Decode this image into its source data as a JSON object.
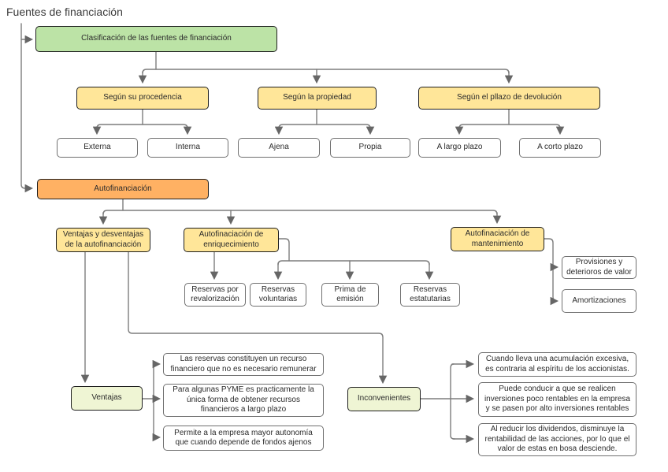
{
  "title": "Fuentes de financiación",
  "colors": {
    "green": "#bce3a6",
    "yellow": "#ffe699",
    "orange": "#ffb163",
    "pale_green": "#eff5d4",
    "connector": "#7d7d7d",
    "arrowhead": "#666666",
    "white_box_border": "#707070",
    "colored_box_border": "#1f1f1f"
  },
  "nodes": {
    "clasificacion": {
      "label": "Clasificación de las fuentes de financiación"
    },
    "procedencia": {
      "label": "Según su procedencia"
    },
    "propiedad": {
      "label": "Según la propiedad"
    },
    "plazo": {
      "label": "Según el pllazo de devolución"
    },
    "externa": {
      "label": "Externa"
    },
    "interna": {
      "label": "Interna"
    },
    "ajena": {
      "label": "Ajena"
    },
    "propia": {
      "label": "Propia"
    },
    "largo_plazo": {
      "label": "A largo plazo"
    },
    "corto_plazo": {
      "label": "A corto plazo"
    },
    "autofinanciacion": {
      "label": "Autofinanciación"
    },
    "ventajas_desventajas": {
      "label": "Ventajas y desventajas de la autofinanciación"
    },
    "enriquecimiento": {
      "label": "Autofinaciación de enriquecimiento"
    },
    "mantenimiento": {
      "label": "Autofinaciación de mantenimiento"
    },
    "revalorizacion": {
      "label": "Reservas por revalorización"
    },
    "voluntarias": {
      "label": "Reservas voluntarias"
    },
    "prima_emision": {
      "label": "Prima de emisión"
    },
    "estatutarias": {
      "label": "Reservas estatutarias"
    },
    "provisiones": {
      "label": "Provisiones y deterioros de valor"
    },
    "amortizaciones": {
      "label": "Amortizaciones"
    },
    "ventajas": {
      "label": "Ventajas"
    },
    "inconvenientes": {
      "label": "Inconvenientes"
    },
    "ventaja_1": {
      "label": "Las reservas constituyen un recurso financiero que no es necesario remunerar"
    },
    "ventaja_2": {
      "label": "Para algunas PYME es practicamente la única forma de obtener recursos financieros a largo plazo"
    },
    "ventaja_3": {
      "label": "Permite a la empresa mayor autonomía que cuando depende de fondos ajenos"
    },
    "inconveniente_1": {
      "label": "Cuando lleva una acumulación excesiva, es contraria al espíritu de los accionistas."
    },
    "inconveniente_2": {
      "label": "Puede conducir a que se realicen inversiones poco rentables en la empresa y se pasen por alto inversiones rentables"
    },
    "inconveniente_3": {
      "label": "Al reducir los dividendos, disminuye la rentabilidad de las acciones, por lo que el valor de estas en bosa desciende."
    }
  }
}
